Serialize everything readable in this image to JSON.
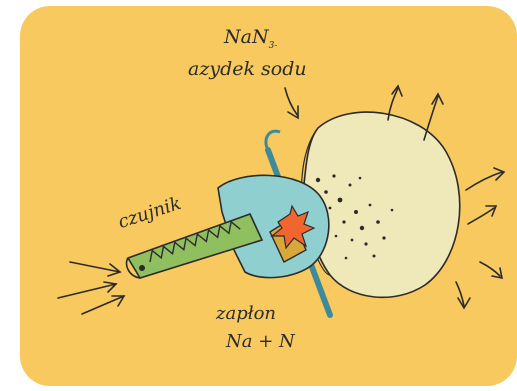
{
  "colors": {
    "background": "#f7c95e",
    "bag": "#efe8b8",
    "rod": "#3f8a9a",
    "housing": "#8fcfcf",
    "sensor": "#8fbf5e",
    "igniter": "#d9a83a",
    "flame": "#f0662e",
    "ink": "#2b2b2b"
  },
  "labels": {
    "formula_main": "NaN",
    "formula_sub": "3-",
    "azydek": "azydek sodu",
    "czujnik": "czujnik",
    "zaplon": "zapłon",
    "na_n": "Na + N"
  }
}
